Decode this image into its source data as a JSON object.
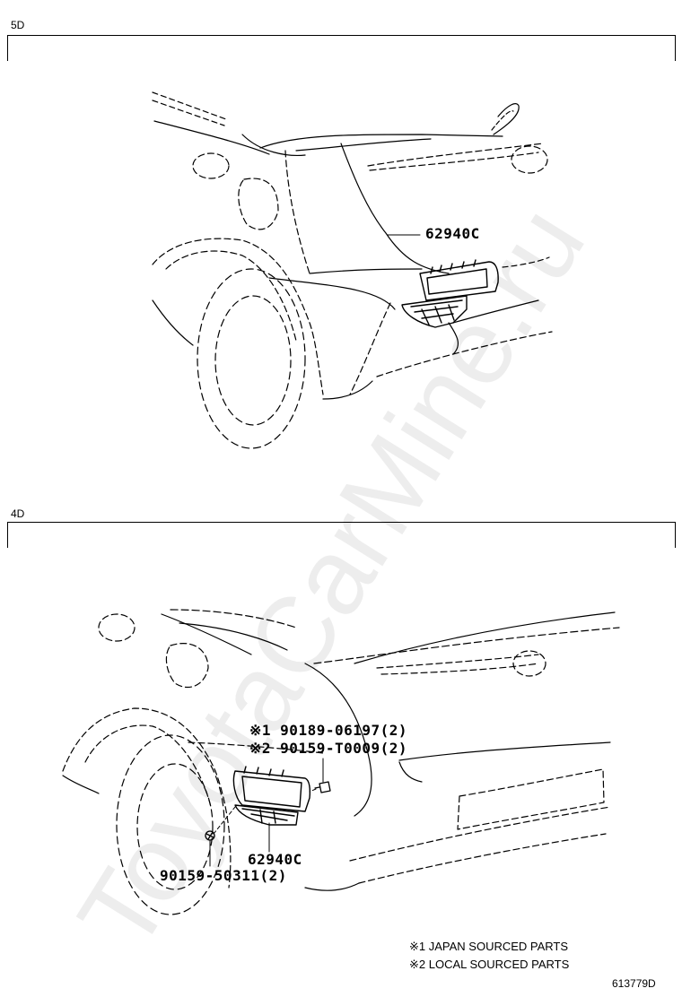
{
  "sections": [
    {
      "label": "5D"
    },
    {
      "label": "4D"
    }
  ],
  "callouts_5d": {
    "part_main": "62940C"
  },
  "callouts_4d": {
    "clip_1": "※1 90189-06197(2)",
    "clip_2": "※2 90159-T0009(2)",
    "part_main": "62940C",
    "screw": "90159-50311(2)"
  },
  "notes": [
    "※1 JAPAN SOURCED PARTS",
    "※2 LOCAL SOURCED PARTS"
  ],
  "drawing_id": "613779D",
  "watermark": "ToyotaCarMine.ru"
}
